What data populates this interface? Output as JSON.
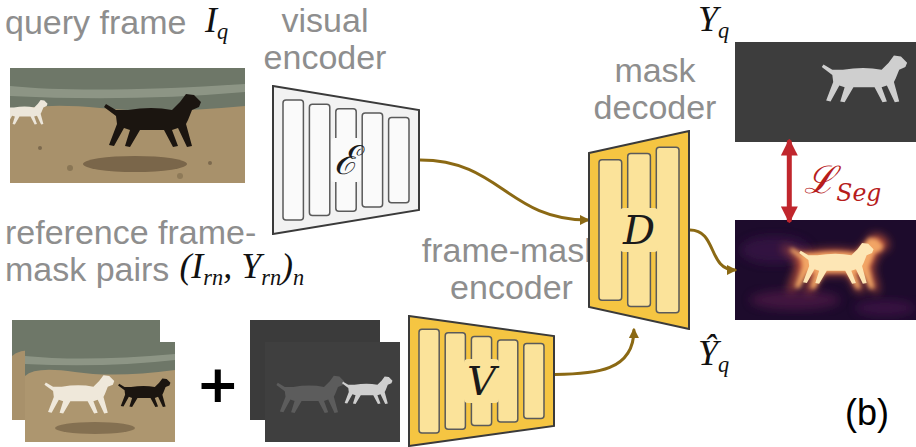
{
  "diagram": {
    "nodes": [
      {
        "text": [
          "query frame",
          "Iq"
        ]
      },
      {
        "text": [
          "visual encoder",
          "ℰ"
        ]
      },
      {
        "text": [
          "reference frame-mask pairs",
          "(Irn, Yrn)n"
        ]
      },
      {
        "text": [
          "frame-mask encoder",
          "V"
        ]
      },
      {
        "text": [
          "mask decoder",
          "D"
        ]
      },
      {
        "text": [
          "Yq"
        ]
      },
      {
        "text": [
          "Ŷq"
        ]
      }
    ],
    "edges": [
      {
        "from": 1,
        "to": 4,
        "arrow": "to"
      },
      {
        "from": 3,
        "to": 4,
        "arrow": "to"
      },
      {
        "from": 4,
        "to": 6,
        "arrow": "to"
      },
      {
        "from": 5,
        "to": 6,
        "arrow": "both",
        "label": "ℒSeg"
      }
    ],
    "labels": [
      "+",
      "(b)"
    ]
  }
}
